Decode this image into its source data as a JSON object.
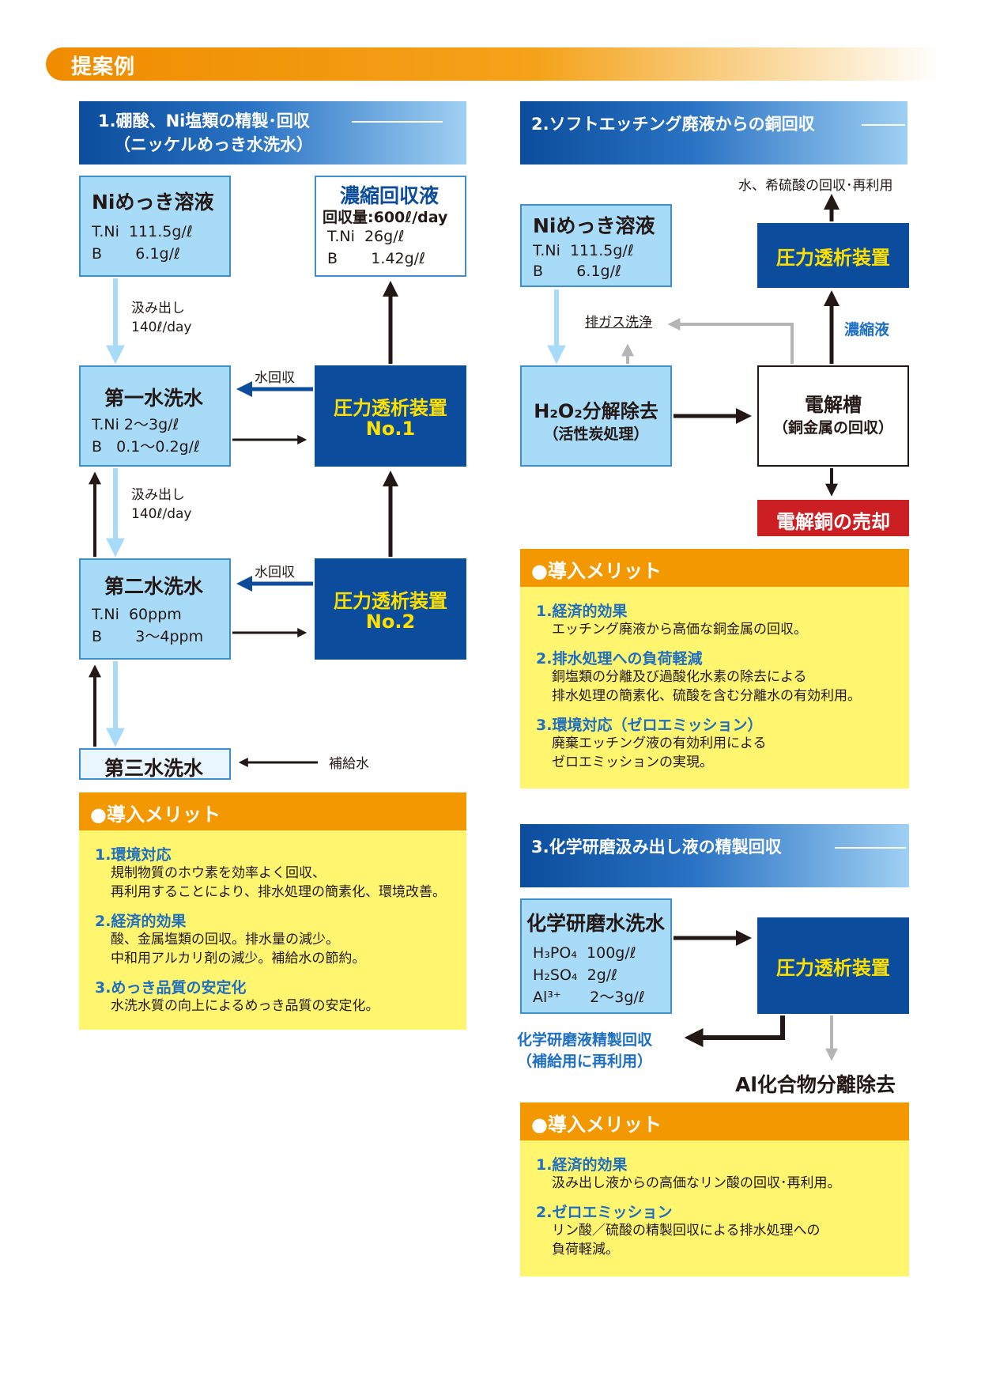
{
  "page_title": "提案例",
  "section1": {
    "title_line1": "1.硼酸、Ni塩類の精製･回収",
    "title_line2": "（ニッケルめっき水洗水）",
    "plating": {
      "title": "Niめっき溶液",
      "spec1": "T.Ni  111.5g/ℓ",
      "spec2": "B       6.1g/ℓ"
    },
    "concentrate": {
      "title": "濃縮回収液",
      "rate": "回収量:600ℓ/day",
      "spec1": "T.Ni  26g/ℓ",
      "spec2": "B       1.42g/ℓ"
    },
    "dragout1": "汲み出し\n140ℓ/day",
    "dragout2": "汲み出し\n140ℓ/day",
    "rinse1": {
      "title": "第一水洗水",
      "spec1": "T.Ni 2〜3g/ℓ",
      "spec2": "B   0.1〜0.2g/ℓ"
    },
    "rinse2": {
      "title": "第二水洗水",
      "spec1": "T.Ni  60ppm",
      "spec2": "B       3〜4ppm"
    },
    "rinse3": {
      "title": "第三水洗水"
    },
    "dialysis1": {
      "line1": "圧力透析装置",
      "line2": "No.1"
    },
    "dialysis2": {
      "line1": "圧力透析装置",
      "line2": "No.2"
    },
    "water_recovery1": "水回収",
    "water_recovery2": "水回収",
    "makeup_water": "補給水",
    "merit": {
      "title": "●導入メリット",
      "items": [
        {
          "head": "1.環境対応",
          "body": "規制物質のホウ素を効率よく回収、\n再利用することにより、排水処理の簡素化、環境改善。"
        },
        {
          "head": "2.経済的効果",
          "body": "酸、金属塩類の回収。排水量の減少。\n中和用アルカリ剤の減少。補給水の節約。"
        },
        {
          "head": "3.めっき品質の安定化",
          "body": "水洗水質の向上によるめっき品質の安定化。"
        }
      ]
    }
  },
  "section2": {
    "title": "2.ソフトエッチング廃液からの銅回収",
    "top_label": "水、希硫酸の回収･再利用",
    "plating": {
      "title": "Niめっき溶液",
      "spec1": "T.Ni  111.5g/ℓ",
      "spec2": "B       6.1g/ℓ"
    },
    "dialysis": "圧力透析装置",
    "exhaust": "排ガス洗浄",
    "concentrate": "濃縮液",
    "h2o2": {
      "main": "H₂O₂分解除去",
      "sub": "（活性炭処理）"
    },
    "cell": {
      "line1": "電解槽",
      "line2": "（銅金属の回収）"
    },
    "copper_sale": "電解銅の売却",
    "merit": {
      "title": "●導入メリット",
      "items": [
        {
          "head": "1.経済的効果",
          "body": "エッチング廃液から高価な銅金属の回収。"
        },
        {
          "head": "2.排水処理への負荷軽減",
          "body": "銅塩類の分離及び過酸化水素の除去による\n排水処理の簡素化、硫酸を含む分離水の有効利用。"
        },
        {
          "head": "3.環境対応（ゼロエミッション）",
          "body": "廃棄エッチング液の有効利用による\nゼロエミッションの実現。"
        }
      ]
    }
  },
  "section3": {
    "title": "3.化学研磨汲み出し液の精製回収",
    "rinse": {
      "title": "化学研磨水洗水",
      "spec1": "H₃PO₄  100g/ℓ",
      "spec2": "H₂SO₄  2g/ℓ",
      "spec3": "Al³⁺      2〜3g/ℓ"
    },
    "dialysis": "圧力透析装置",
    "recovery": "化学研磨液精製回収\n（補給用に再利用）",
    "al_removal": "Al化合物分離除去",
    "merit": {
      "title": "●導入メリット",
      "items": [
        {
          "head": "1.経済的効果",
          "body": "汲み出し液からの高価なリン酸の回収･再利用。"
        },
        {
          "head": "2.ゼロエミッション",
          "body": "リン酸／硫酸の精製回収による排水処理への\n負荷軽減。"
        }
      ]
    }
  },
  "colors": {
    "navy": "#0b4d9c",
    "yellow_text": "#ffe100",
    "light_blue": "#a8dbf7",
    "orange": "#f39800",
    "merit_yellow": "#fff56e",
    "red": "#cc1f24"
  }
}
